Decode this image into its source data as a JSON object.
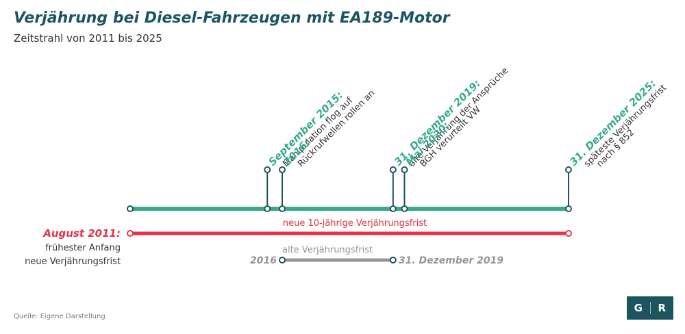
{
  "header": {
    "title": "Verjährung bei Diesel-Fahrzeugen mit EA189-Motor",
    "subtitle": "Zeitstrahl von 2011 bis 2025"
  },
  "source": "Quelle: Eigene Darstellung",
  "logo": {
    "left": "G",
    "right": "R"
  },
  "colors": {
    "teal": "#3aaa8c",
    "teal_dark": "#1c5560",
    "red": "#e5344a",
    "gray": "#9a9590",
    "text": "#333333"
  },
  "timeline": {
    "events": [
      {
        "year": 2015.69,
        "label": "September 2015:",
        "desc": [
          "Manipulation flog auf"
        ]
      },
      {
        "year": 2016.2,
        "label": "2016:",
        "desc": [
          "Rückrufwellen rollen an"
        ]
      },
      {
        "year": 2019.99,
        "label": "31. Dezember 2019:",
        "desc": [
          "alte Verjährung der Ansprüche"
        ]
      },
      {
        "year": 2020.38,
        "label": "Mai 2020:",
        "desc": [
          "BGH verurteilt VW"
        ]
      },
      {
        "year": 2025.99,
        "label": "31. Dezember 2025:",
        "desc": [
          "späteste Verjährungsfrist",
          "nach § 852"
        ]
      }
    ],
    "new_period": {
      "label": "neue 10-jährige Verjährungsfrist",
      "start_label": "August 2011:",
      "start_desc": [
        "frühester Anfang",
        "neue Verjährungsfrist"
      ]
    },
    "old_period": {
      "label": "alte Verjährungsfrist",
      "start_label": "2016",
      "end_label": "31. Dezember 2019"
    }
  }
}
